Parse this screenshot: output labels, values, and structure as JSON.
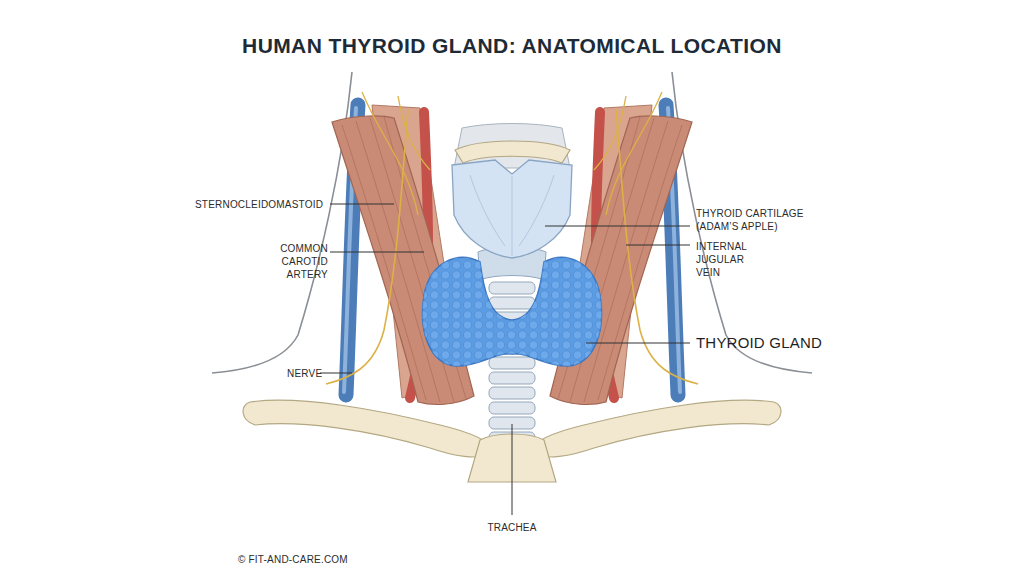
{
  "diagram": {
    "title": "HUMAN THYROID GLAND: ANATOMICAL LOCATION",
    "labels": [
      "STERNOCLEIDOMASTOID",
      "COMMON CAROTID ARTERY",
      "NERVE",
      "THYROID CARTILAGE (ADAM’S APPLE)",
      "INTERNAL JUGULAR VEIN",
      "THYROID GLAND",
      "TRACHEA",
      "© FIT-AND-CARE.COM"
    ]
  }
}
